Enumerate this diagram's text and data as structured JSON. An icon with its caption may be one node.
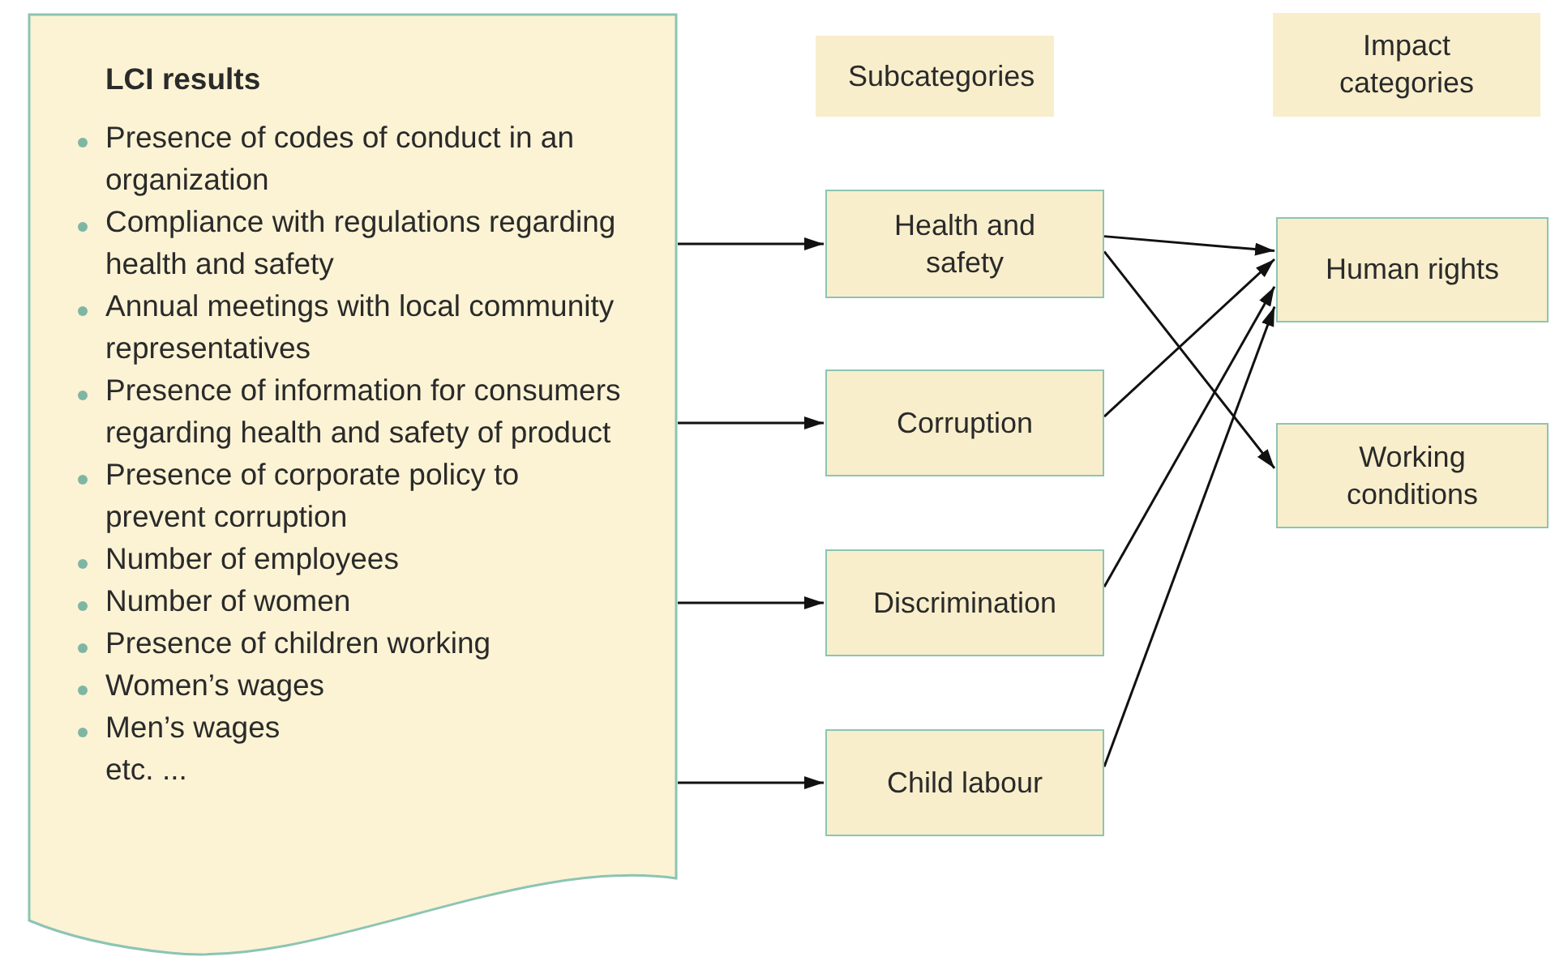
{
  "diagram": {
    "nodes": [
      {
        "text": [
          "LCI results",
          "Presence of codes of conduct in an organization",
          "Compliance with regulations regarding health and safety",
          "Annual meetings with local community representatives",
          "Presence of information for consumers regarding health and safety of product",
          "Presence of corporate policy to prevent corruption",
          "Number of employees",
          "Number of women",
          "Presence of children working",
          "Women’s wages",
          "Men’s wages",
          "etc. ..."
        ]
      },
      {
        "text": [
          "Subcategories"
        ]
      },
      {
        "text": [
          "Impact categories"
        ]
      },
      {
        "text": [
          "Health and safety"
        ]
      },
      {
        "text": [
          "Corruption"
        ]
      },
      {
        "text": [
          "Discrimination"
        ]
      },
      {
        "text": [
          "Child labour"
        ]
      },
      {
        "text": [
          "Human rights"
        ]
      },
      {
        "text": [
          "Working conditions"
        ]
      }
    ],
    "edges": [
      {
        "from": 0,
        "to": 3,
        "arrow": "to"
      },
      {
        "from": 0,
        "to": 4,
        "arrow": "to"
      },
      {
        "from": 0,
        "to": 5,
        "arrow": "to"
      },
      {
        "from": 0,
        "to": 6,
        "arrow": "to"
      },
      {
        "from": 3,
        "to": 7,
        "arrow": "to"
      },
      {
        "from": 3,
        "to": 8,
        "arrow": "to"
      },
      {
        "from": 4,
        "to": 7,
        "arrow": "to"
      },
      {
        "from": 5,
        "to": 7,
        "arrow": "to"
      },
      {
        "from": 6,
        "to": 7,
        "arrow": "to"
      }
    ]
  }
}
